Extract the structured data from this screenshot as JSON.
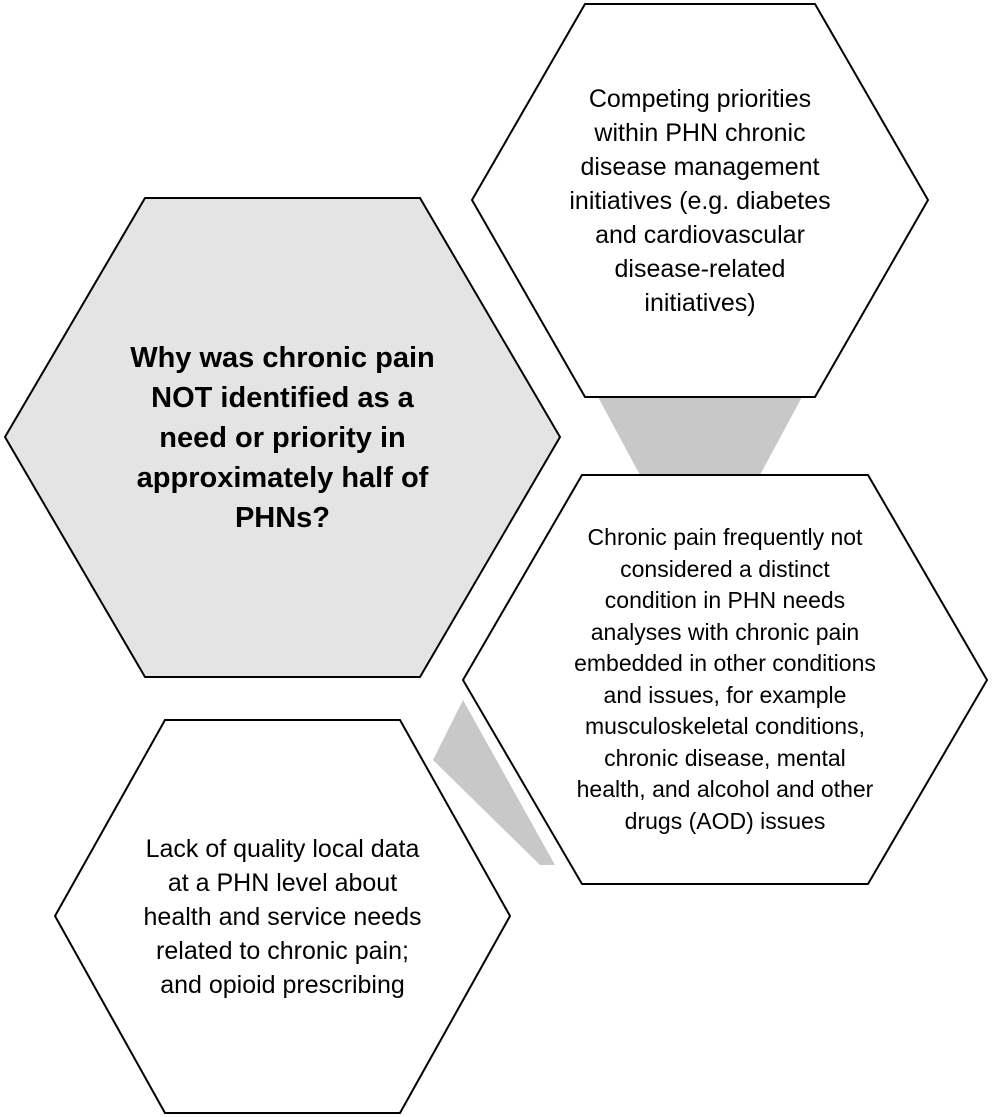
{
  "colors": {
    "question_fill": "#e4e4e4",
    "reason_fill": "#ffffff",
    "outline": "#000000",
    "connector": "#c8c8c8"
  },
  "question": {
    "text": "Why was chronic pain\nNOT identified as a\nneed or priority in\napproximately half of\nPHNs?"
  },
  "reasons": [
    {
      "text": "Competing priorities\nwithin PHN chronic\ndisease management\ninitiatives (e.g. diabetes\nand cardiovascular\ndisease-related\ninitiatives)"
    },
    {
      "text": "Chronic pain frequently not\nconsidered a distinct\ncondition in PHN needs\nanalyses with chronic pain\nembedded in other conditions\nand issues, for example\nmusculoskeletal conditions,\nchronic disease, mental\nhealth, and alcohol and other\ndrugs (AOD) issues"
    },
    {
      "text": "Lack of quality local data\nat a PHN level about\nhealth and service needs\nrelated to chronic pain;\nand opioid prescribing"
    }
  ]
}
